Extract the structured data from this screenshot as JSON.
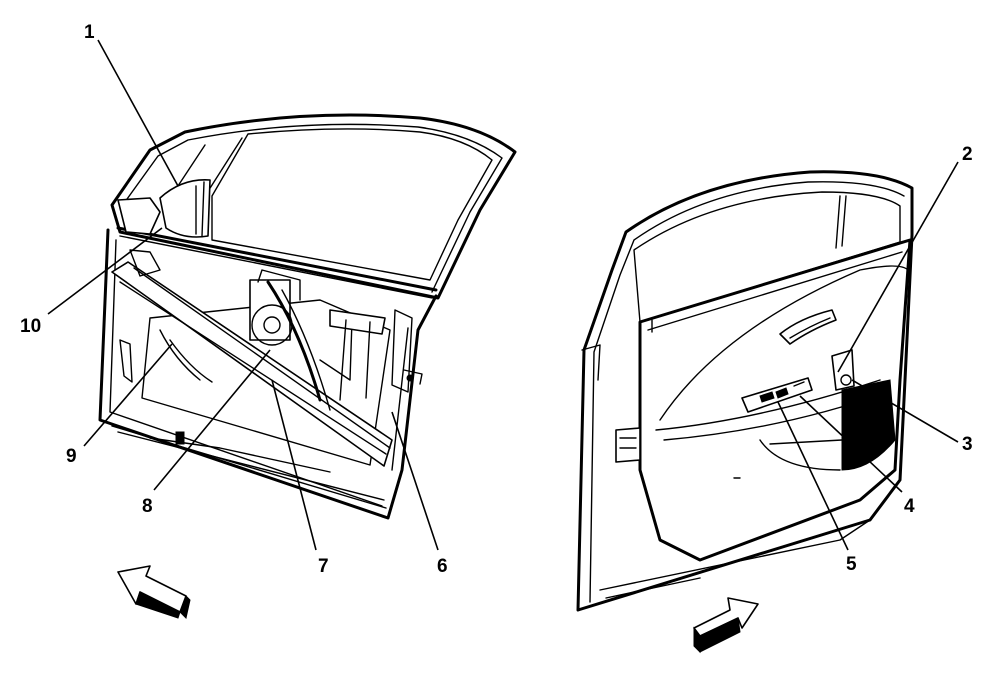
{
  "callouts": {
    "c1": "1",
    "c2": "2",
    "c3": "3",
    "c4": "4",
    "c5": "5",
    "c6": "6",
    "c7": "7",
    "c8": "8",
    "c9": "9",
    "c10": "10"
  },
  "colors": {
    "line": "#000000",
    "background": "#ffffff"
  },
  "icons": {
    "left_arrow": "arrow-forward-icon",
    "right_arrow": "arrow-forward-icon"
  }
}
